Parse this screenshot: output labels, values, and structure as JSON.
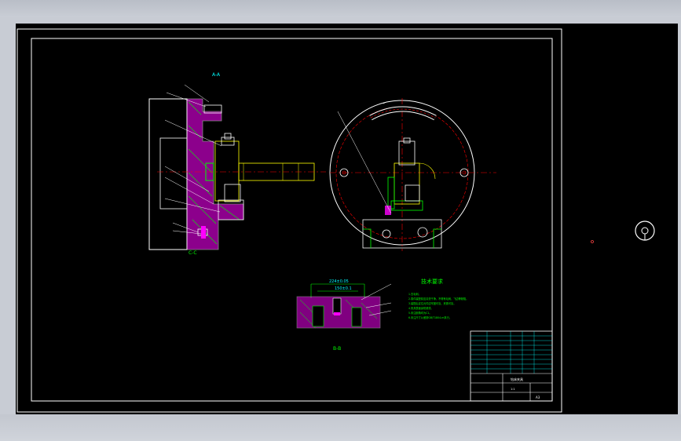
{
  "drawing": {
    "section_a_label": "A-A",
    "section_b_label": "B-B",
    "view_c_label": "C-C",
    "tech_req_title": "技术要求",
    "tech_req_lines": [
      "1.去毛刺。",
      "2.零件装配前应清洗干净，不得有毛刺、飞边等缺陷。",
      "3.装配后定位元件应牢固可靠，夹紧可靠。",
      "4.夹具表面涂防锈漆。",
      "5.未注倒角均为C1。",
      "6.未注尺寸公差按GB/T1804-m执行。"
    ],
    "dim_outer": "224±0.05",
    "dim_inner": "150±0.1",
    "title_block": {
      "name": "钻床夹具",
      "scale": "1:1",
      "sheet": "A3"
    }
  },
  "colors": {
    "background": "#000000",
    "frame": "#ffffff",
    "part": "#00ff00",
    "section": "#ff00ff",
    "center": "#ff0000",
    "dims": "#00ffff",
    "table": "#ffffff"
  }
}
